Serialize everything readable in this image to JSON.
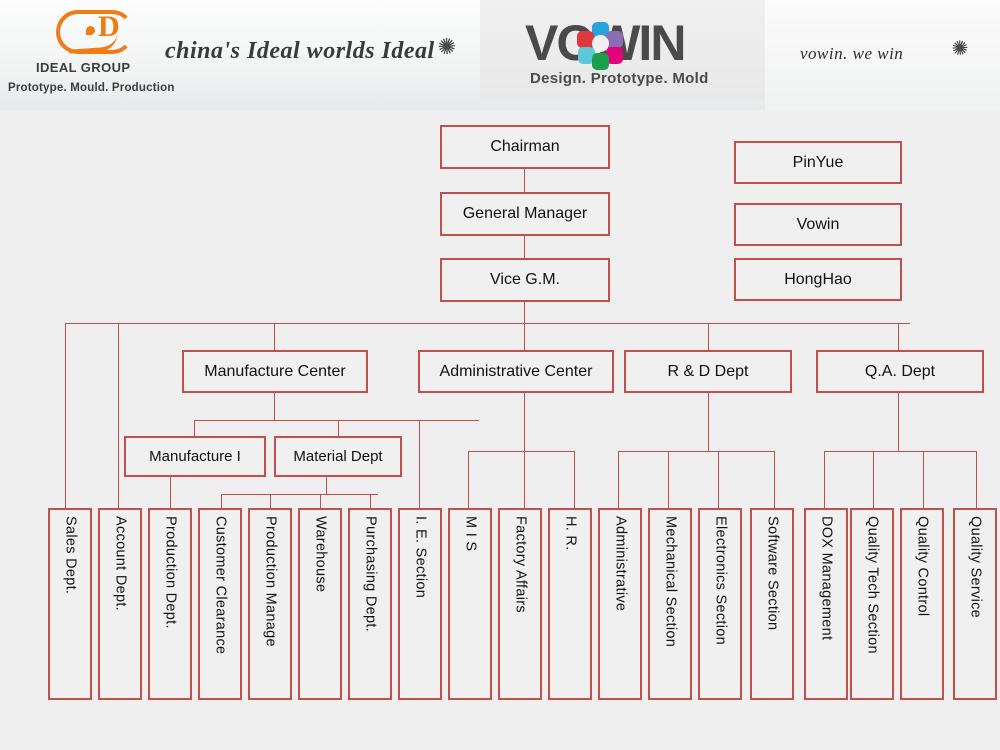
{
  "header": {
    "left_logo": {
      "name": "IDEAL GROUP",
      "tagline": "Prototype. Mould. Production",
      "mark_letter": "D"
    },
    "left_slogan": "china's Ideal worlds Ideal",
    "center_logo": {
      "name": "VOWIN",
      "subtitle": "Design.  Prototype.  Mold"
    },
    "right_slogan": "vowin. we win",
    "brand_colors": {
      "ideal_orange": "#f07c16",
      "vowin_gray": "#4a4a4a",
      "petal_blue": "#29a3dc",
      "petal_red": "#e0383c",
      "petal_cyan": "#5ec8d8",
      "petal_green": "#18a04a",
      "petal_magenta": "#e5007d",
      "petal_purple": "#8b6db5"
    }
  },
  "chart": {
    "box_border_color": "#c0504d",
    "box_fill_color": "#f0f0f0",
    "executives": [
      {
        "label": "Chairman"
      },
      {
        "label": "General Manager"
      },
      {
        "label": "Vice G.M."
      }
    ],
    "brands": [
      {
        "label": "PinYue"
      },
      {
        "label": "Vowin"
      },
      {
        "label": "HongHao"
      }
    ],
    "centers": [
      {
        "label": "Manufacture Center"
      },
      {
        "label": "Administrative Center"
      },
      {
        "label": "R & D Dept"
      },
      {
        "label": "Q.A. Dept"
      }
    ],
    "sub_centers": [
      {
        "label": "Manufacture I"
      },
      {
        "label": "Material Dept"
      }
    ],
    "departments": [
      {
        "label": "Sales Dept."
      },
      {
        "label": "Account Dept."
      },
      {
        "label": "Production Dept."
      },
      {
        "label": "Customer Clearance"
      },
      {
        "label": "Production Manage"
      },
      {
        "label": "Warehouse"
      },
      {
        "label": "Purchasing Dept."
      },
      {
        "label": "I. E. Section"
      },
      {
        "label": "M I S"
      },
      {
        "label": "Factory Affairs"
      },
      {
        "label": "H. R."
      },
      {
        "label": "Administrative"
      },
      {
        "label": "Mechanical Section"
      },
      {
        "label": "Electronics Section"
      },
      {
        "label": "Software Section"
      },
      {
        "label": "DOX Management"
      },
      {
        "label": "Quality Tech Section"
      },
      {
        "label": "Quality Control"
      },
      {
        "label": "Quality Service"
      }
    ]
  }
}
